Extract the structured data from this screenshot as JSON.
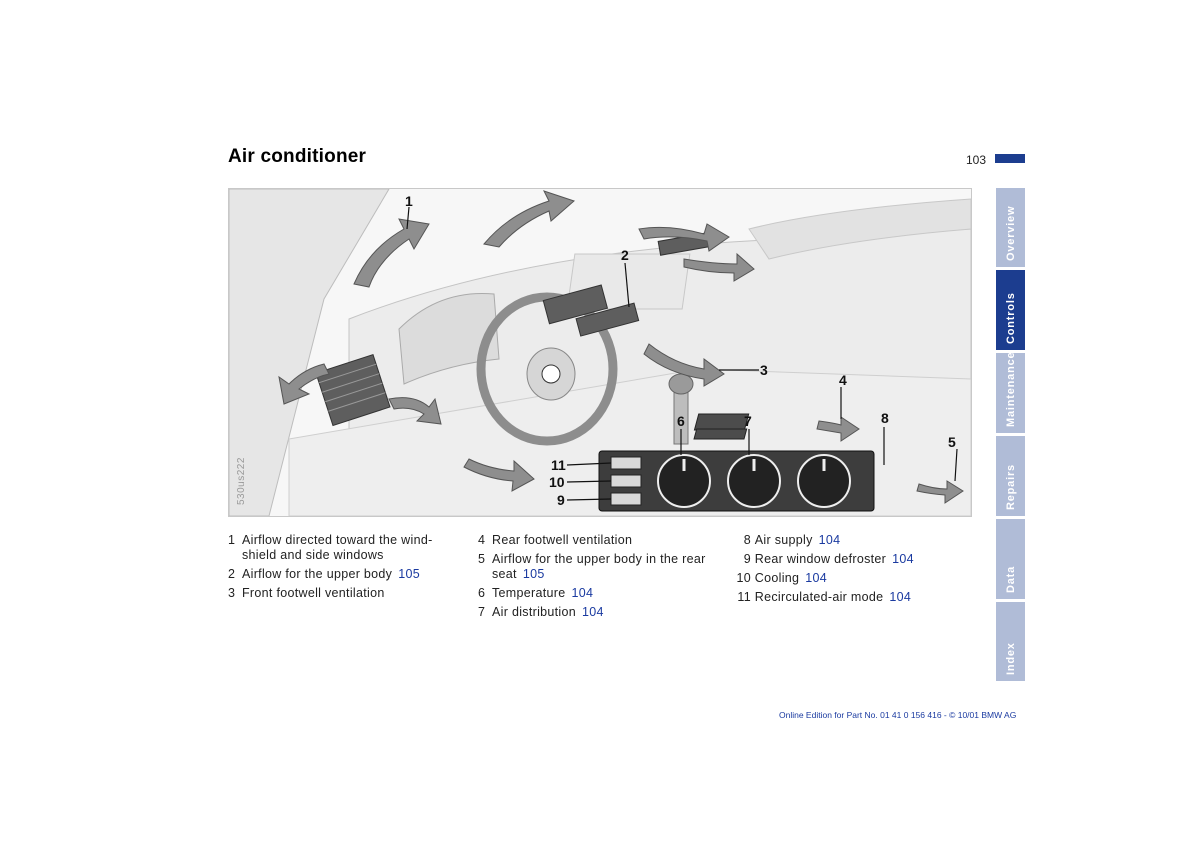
{
  "header": {
    "title": "Air conditioner",
    "page_number": "103"
  },
  "figure": {
    "code": "530us222",
    "callouts": [
      "1",
      "2",
      "3",
      "4",
      "5",
      "6",
      "7",
      "8",
      "9",
      "10",
      "11"
    ]
  },
  "legend": {
    "col1": [
      {
        "num": "1",
        "text": "Airflow directed toward the wind-shield and side windows",
        "ref": ""
      },
      {
        "num": "2",
        "text": "Airflow for the upper body",
        "ref": "105"
      },
      {
        "num": "3",
        "text": "Front footwell ventilation",
        "ref": ""
      }
    ],
    "col2": [
      {
        "num": "4",
        "text": "Rear footwell ventilation",
        "ref": ""
      },
      {
        "num": "5",
        "text": "Airflow for the upper body in the rear seat",
        "ref": "105"
      },
      {
        "num": "6",
        "text": "Temperature",
        "ref": "104"
      },
      {
        "num": "7",
        "text": "Air distribution",
        "ref": "104"
      }
    ],
    "col3": [
      {
        "num": "8",
        "text": "Air supply",
        "ref": "104"
      },
      {
        "num": "9",
        "text": "Rear window defroster",
        "ref": "104"
      },
      {
        "num": "10",
        "text": "Cooling",
        "ref": "104"
      },
      {
        "num": "11",
        "text": "Recirculated-air mode",
        "ref": "104"
      }
    ]
  },
  "tabs": [
    {
      "label": "Overview",
      "active": false
    },
    {
      "label": "Controls",
      "active": true
    },
    {
      "label": "Maintenance",
      "active": false
    },
    {
      "label": "Repairs",
      "active": false
    },
    {
      "label": "Data",
      "active": false
    },
    {
      "label": "Index",
      "active": false
    }
  ],
  "footer": {
    "text": "Online Edition for Part No. 01 41 0 156 416 - © 10/01 BMW AG"
  },
  "colors": {
    "accent": "#1c3d8f",
    "tab_inactive": "#b0bcd7",
    "link": "#1a3aa0"
  }
}
